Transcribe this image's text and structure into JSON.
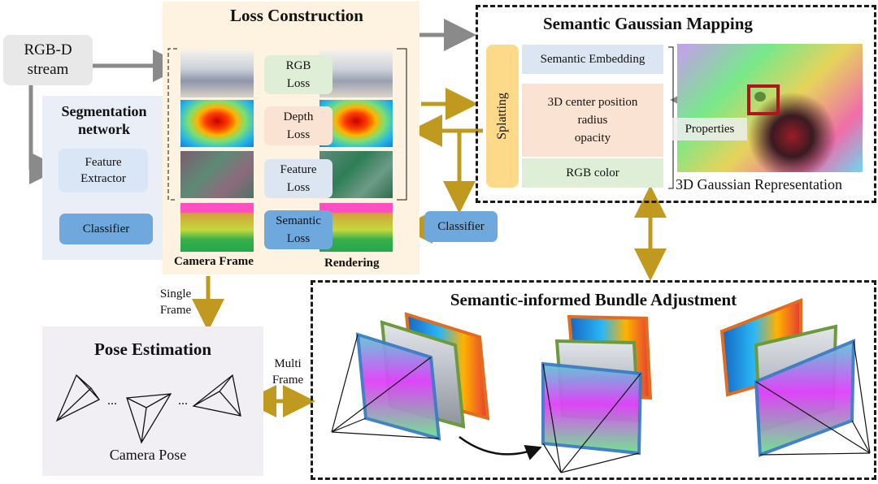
{
  "input": {
    "rgbd_line1": "RGB-D",
    "rgbd_line2": "stream"
  },
  "segmentation": {
    "title_line1": "Segmentation",
    "title_line2": "network",
    "feature_line1": "Feature",
    "feature_line2": "Extractor",
    "classifier": "Classifier"
  },
  "loss": {
    "title": "Loss Construction",
    "rgb_loss": [
      "RGB",
      "Loss"
    ],
    "depth_loss": [
      "Depth",
      "Loss"
    ],
    "feature_loss": [
      "Feature",
      "Loss"
    ],
    "semantic_loss": [
      "Semantic",
      "Loss"
    ],
    "camera_frame": "Camera Frame",
    "rendering": "Rendering"
  },
  "classifier_right": "Classifier",
  "mapping": {
    "title": "Semantic Gaussian Mapping",
    "splatting": "Splatting",
    "semantic_embedding": "Semantic Embedding",
    "center_position": "3D center position",
    "radius": "radius",
    "opacity": "opacity",
    "rgb_color": "RGB color",
    "properties": "Properties",
    "representation": "3D Gaussian Representation"
  },
  "flow": {
    "single_line1": "Single",
    "single_line2": "Frame",
    "multi_line1": "Multi",
    "multi_line2": "Frame"
  },
  "pose": {
    "title": "Pose Estimation",
    "caption": "Camera Pose",
    "dots1": "...",
    "dots2": "..."
  },
  "bundle": {
    "title": "Semantic-informed Bundle Adjustment"
  },
  "colors": {
    "gold_arrow": "#c09a1e",
    "gray_arrow": "#8a8a8a",
    "splatting": "#fdd98a",
    "embedding": "#dce6f2",
    "properties_box": "#fbe3d4",
    "rgb_box": "#dfefd7"
  }
}
